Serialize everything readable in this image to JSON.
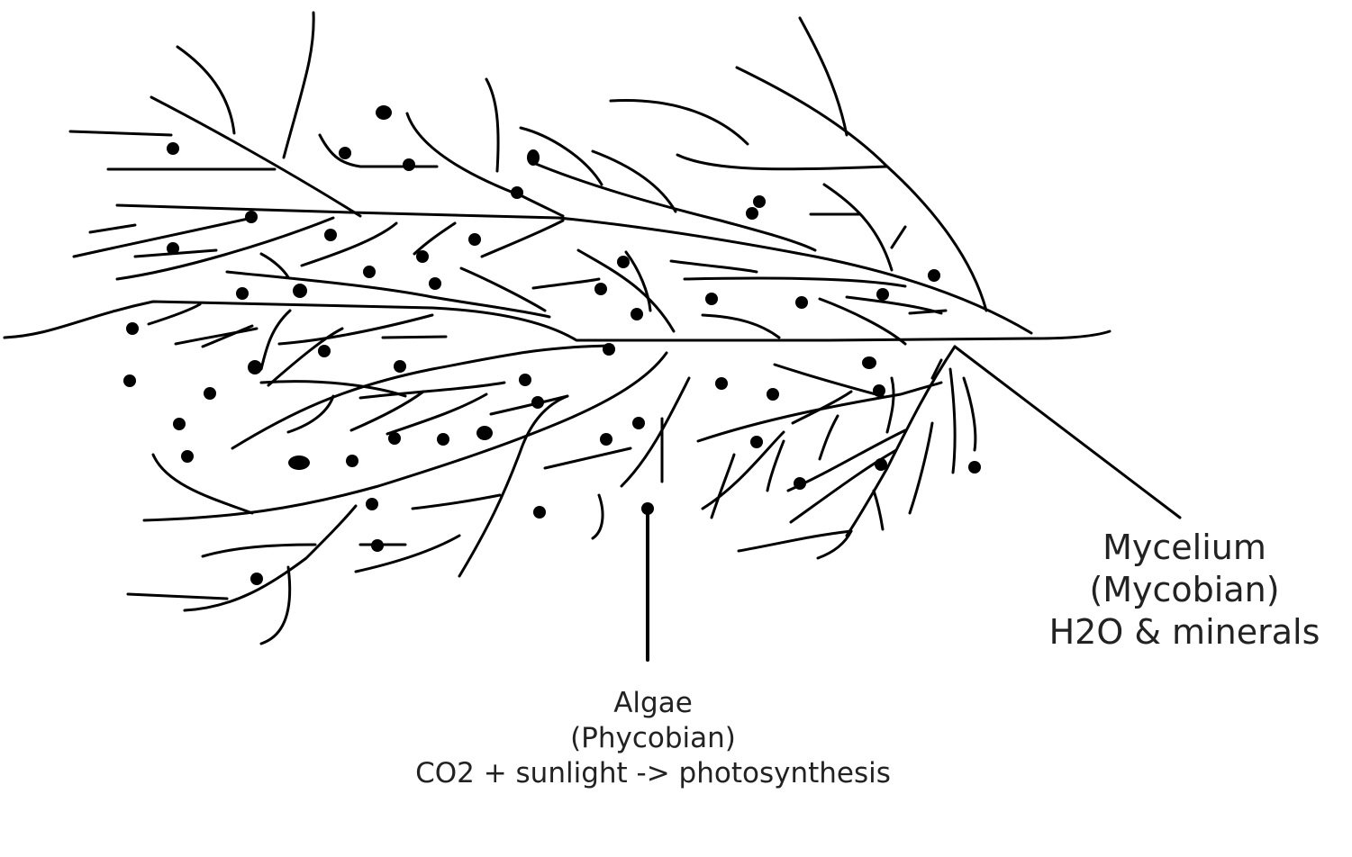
{
  "labels": {
    "mycelium": {
      "lines": [
        "Mycelium",
        "(Mycobian)",
        "H2O & minerals"
      ]
    },
    "algae": {
      "lines": [
        "Algae",
        "(Phycobian)",
        "CO2 + sunlight -> photosynthesis"
      ]
    }
  },
  "colors": {
    "stroke": "#000000",
    "text": "#222222",
    "background": "#ffffff"
  }
}
